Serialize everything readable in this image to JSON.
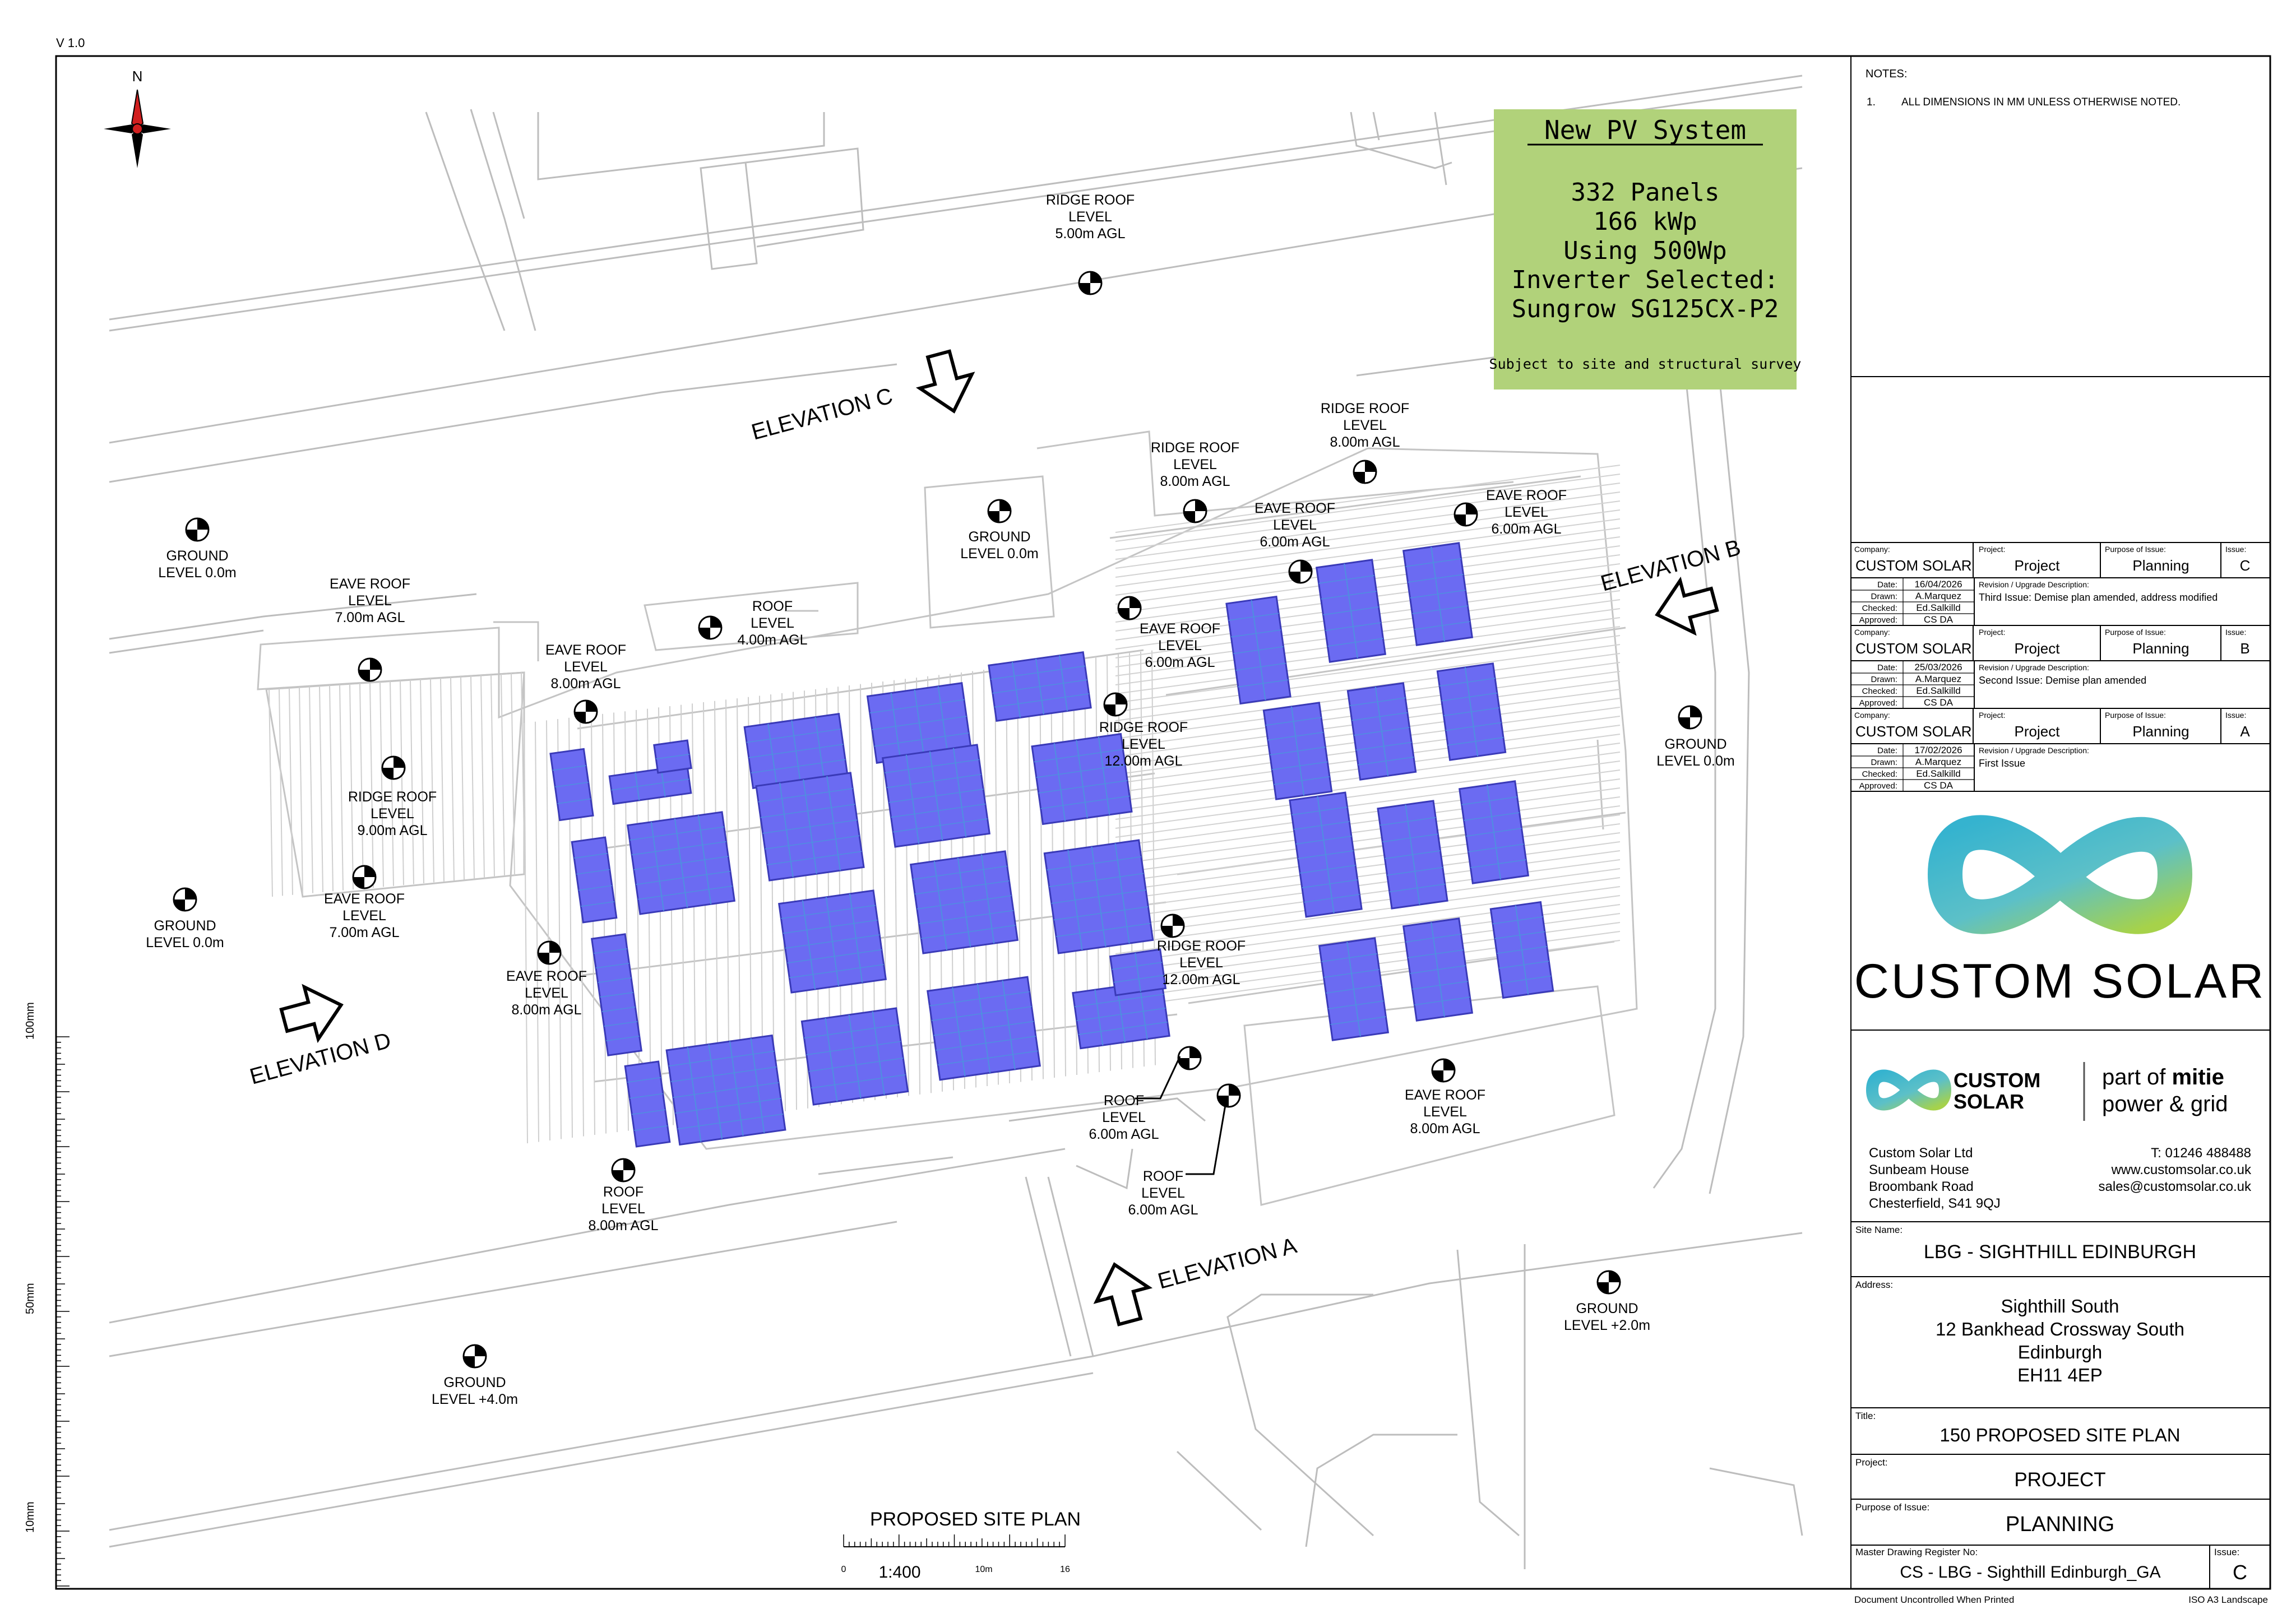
{
  "version": "V 1.0",
  "north_label": "N",
  "notes": {
    "header": "NOTES:",
    "item_number": "1.",
    "item_text": "ALL DIMENSIONS IN MM UNLESS OTHERWISE NOTED."
  },
  "pv_box": {
    "title": "New PV System",
    "line1": "332 Panels",
    "line2": "166 kWp",
    "line3": "Using 500Wp",
    "line4": "Inverter Selected:",
    "line5": "Sungrow SG125CX-P2",
    "footnote": "Subject to site and structural survey",
    "bg_color": "#b1d27a"
  },
  "elevations": {
    "a": "ELEVATION A",
    "b": "ELEVATION B",
    "c": "ELEVATION C",
    "d": "ELEVATION D"
  },
  "levels": [
    {
      "l1": "RIDGE ROOF",
      "l2": "LEVEL",
      "l3": "5.00m AGL"
    },
    {
      "l1": "RIDGE ROOF",
      "l2": "LEVEL",
      "l3": "8.00m AGL"
    },
    {
      "l1": "RIDGE ROOF",
      "l2": "LEVEL",
      "l3": "8.00m AGL"
    },
    {
      "l1": "EAVE ROOF",
      "l2": "LEVEL",
      "l3": "6.00m AGL"
    },
    {
      "l1": "EAVE ROOF",
      "l2": "LEVEL",
      "l3": "6.00m AGL"
    },
    {
      "l1": "GROUND",
      "l2": "LEVEL 0.0m",
      "l3": ""
    },
    {
      "l1": "GROUND",
      "l2": "LEVEL 0.0m",
      "l3": ""
    },
    {
      "l1": "EAVE ROOF",
      "l2": "LEVEL",
      "l3": "7.00m AGL"
    },
    {
      "l1": "ROOF",
      "l2": "LEVEL",
      "l3": "4.00m AGL"
    },
    {
      "l1": "EAVE ROOF",
      "l2": "LEVEL",
      "l3": "8.00m AGL"
    },
    {
      "l1": "EAVE ROOF",
      "l2": "LEVEL",
      "l3": "6.00m AGL"
    },
    {
      "l1": "RIDGE ROOF",
      "l2": "LEVEL",
      "l3": "12.00m AGL"
    },
    {
      "l1": "GROUND",
      "l2": "LEVEL 0.0m",
      "l3": ""
    },
    {
      "l1": "RIDGE ROOF",
      "l2": "LEVEL",
      "l3": "9.00m AGL"
    },
    {
      "l1": "EAVE ROOF",
      "l2": "LEVEL",
      "l3": "7.00m AGL"
    },
    {
      "l1": "GROUND",
      "l2": "LEVEL 0.0m",
      "l3": ""
    },
    {
      "l1": "EAVE ROOF",
      "l2": "LEVEL",
      "l3": "8.00m AGL"
    },
    {
      "l1": "RIDGE ROOF",
      "l2": "LEVEL",
      "l3": "12.00m AGL"
    },
    {
      "l1": "ROOF",
      "l2": "LEVEL",
      "l3": "6.00m AGL"
    },
    {
      "l1": "ROOF",
      "l2": "LEVEL",
      "l3": "6.00m AGL"
    },
    {
      "l1": "ROOF",
      "l2": "LEVEL",
      "l3": "8.00m AGL"
    },
    {
      "l1": "EAVE ROOF",
      "l2": "LEVEL",
      "l3": "8.00m AGL"
    },
    {
      "l1": "GROUND",
      "l2": "LEVEL +2.0m",
      "l3": ""
    },
    {
      "l1": "GROUND",
      "l2": "LEVEL +4.0m",
      "l3": ""
    }
  ],
  "scale_bar": {
    "title": "PROPOSED SITE PLAN",
    "ratio": "1:400",
    "tick_start": "0",
    "tick_mid": "10m",
    "tick_end": "16"
  },
  "rulers": {
    "r100": "100mm",
    "r50": "50mm",
    "r10": "10mm"
  },
  "revision_labels": {
    "company": "Company:",
    "project": "Project:",
    "purpose": "Purpose of Issue:",
    "issue": "Issue:",
    "date": "Date:",
    "drawn": "Drawn:",
    "checked": "Checked:",
    "approved": "Approved:",
    "desc": "Revision / Upgrade Description:"
  },
  "revisions": [
    {
      "company": "CUSTOM SOLAR",
      "project": "Project",
      "purpose": "Planning",
      "issue": "C",
      "date": "16/04/2026",
      "drawn": "A.Marquez",
      "checked": "Ed.Salkilld",
      "approved": "CS DA",
      "description": "Third Issue: Demise plan amended, address modified"
    },
    {
      "company": "CUSTOM SOLAR",
      "project": "Project",
      "purpose": "Planning",
      "issue": "B",
      "date": "25/03/2026",
      "drawn": "A.Marquez",
      "checked": "Ed.Salkilld",
      "approved": "CS DA",
      "description": "Second Issue: Demise plan amended"
    },
    {
      "company": "CUSTOM SOLAR",
      "project": "Project",
      "purpose": "Planning",
      "issue": "A",
      "date": "17/02/2026",
      "drawn": "A.Marquez",
      "checked": "Ed.Salkilld",
      "approved": "CS DA",
      "description": "First Issue"
    }
  ],
  "logo": {
    "wordmark": "CUSTOM SOLAR",
    "small_custom": "CUSTOM",
    "small_solar": "SOLAR",
    "partner_line1_prefix": "part of ",
    "partner_brand": "mitie",
    "partner_line2": "power & grid",
    "teal": "#35b3cf",
    "green": "#9ccc45"
  },
  "contact": {
    "company": "Custom Solar Ltd",
    "addr1": "Sunbeam House",
    "addr2": "Broombank Road",
    "addr3": "Chesterfield, S41 9QJ",
    "phone": "T: 01246 488488",
    "web": "www.customsolar.co.uk",
    "email": "sales@customsolar.co.uk"
  },
  "title_block": {
    "site_name_label": "Site Name:",
    "site_name": "LBG - SIGHTHILL EDINBURGH",
    "address_label": "Address:",
    "address1": "Sighthill South",
    "address2": "12 Bankhead Crossway South",
    "address3": "Edinburgh",
    "address4": "EH11 4EP",
    "title_label": "Title:",
    "title": "150 PROPOSED SITE PLAN",
    "project_label": "Project:",
    "project": "PROJECT",
    "purpose_label": "Purpose of Issue:",
    "purpose": "PLANNING",
    "register_label": "Master Drawing Register No:",
    "register": "CS - LBG - Sighthill Edinburgh_GA",
    "issue_label": "Issue:",
    "issue": "C"
  },
  "footer": {
    "left": "Document Uncontrolled When Printed",
    "right": "ISO A3 Landscape"
  }
}
